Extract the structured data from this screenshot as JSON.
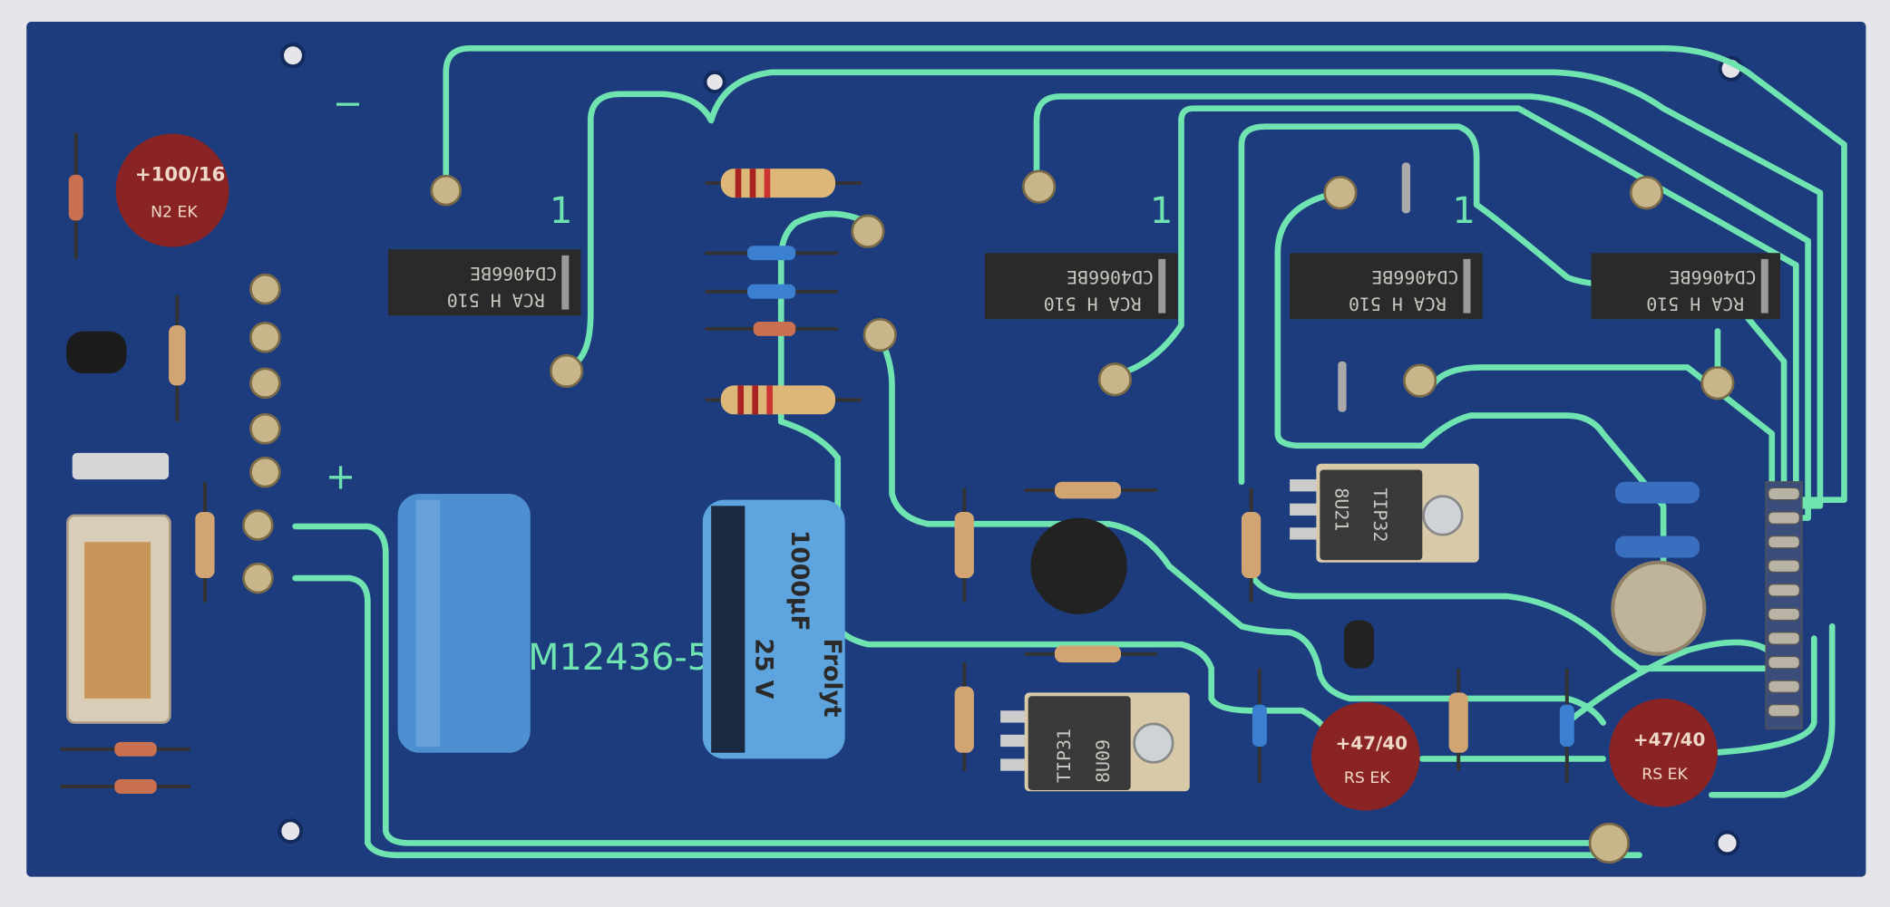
{
  "board": {
    "silkscreen_part_number": "M12436-5",
    "pin1_marker": "1",
    "plus_marker": "+",
    "minus_marker": "−"
  },
  "ics": [
    {
      "part": "CD4066BE",
      "maker": "RCA H 510"
    },
    {
      "part": "CD4066BE",
      "maker": "RCA H 510"
    },
    {
      "part": "CD4066BE",
      "maker": "RCA H 510"
    },
    {
      "part": "CD4066BE",
      "maker": "RCA H 510"
    }
  ],
  "transistors": [
    {
      "part": "TIP32",
      "code": "8U21"
    },
    {
      "part": "TIP31",
      "code": "8U09"
    }
  ],
  "capacitors": {
    "big_blue_right": {
      "value": "1000µF",
      "voltage": "25 V",
      "brand": "Frolyt"
    },
    "red_top_left": {
      "value": "+100/16",
      "code": "N2 EK"
    },
    "red_bottom_1": {
      "value": "+47/40",
      "code": "RS EK"
    },
    "red_bottom_2": {
      "value": "+47/40",
      "code": "RS EK"
    }
  },
  "colors": {
    "board": "#1d3c7e",
    "trace": "#6fe3b0",
    "background": "#e6e6ea"
  }
}
